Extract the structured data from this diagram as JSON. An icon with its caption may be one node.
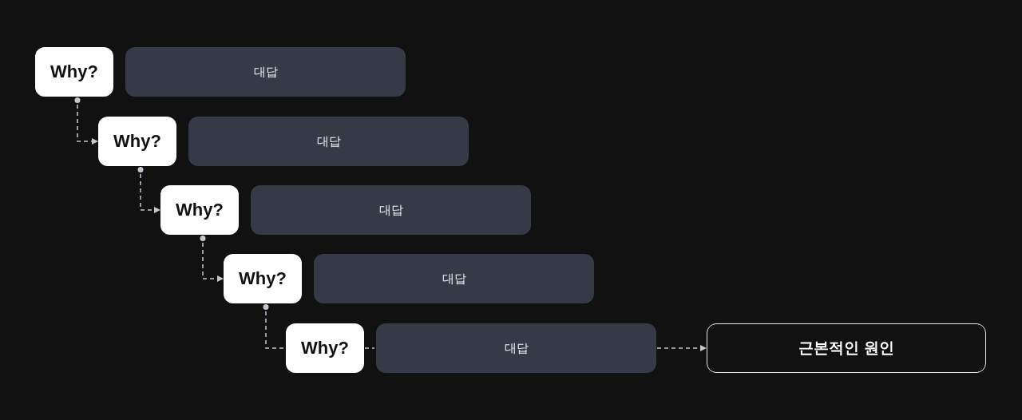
{
  "diagram": {
    "nodes": [
      {
        "text": [
          "Why?"
        ]
      },
      {
        "text": [
          "대답"
        ]
      },
      {
        "text": [
          "Why?"
        ]
      },
      {
        "text": [
          "대답"
        ]
      },
      {
        "text": [
          "Why?"
        ]
      },
      {
        "text": [
          "대답"
        ]
      },
      {
        "text": [
          "Why?"
        ]
      },
      {
        "text": [
          "대답"
        ]
      },
      {
        "text": [
          "Why?"
        ]
      },
      {
        "text": [
          "대답"
        ]
      },
      {
        "text": [
          "근본적인 원인"
        ]
      }
    ],
    "edges": [
      {
        "from": 0,
        "to": 2,
        "arrow": "to",
        "style": "dashed"
      },
      {
        "from": 2,
        "to": 4,
        "arrow": "to",
        "style": "dashed"
      },
      {
        "from": 4,
        "to": 6,
        "arrow": "to",
        "style": "dashed"
      },
      {
        "from": 6,
        "to": 8,
        "arrow": "other",
        "style": "dashed"
      },
      {
        "from": 8,
        "to": 9,
        "arrow": "none",
        "style": "dashed"
      },
      {
        "from": 9,
        "to": 10,
        "arrow": "to",
        "style": "dashed"
      }
    ]
  }
}
